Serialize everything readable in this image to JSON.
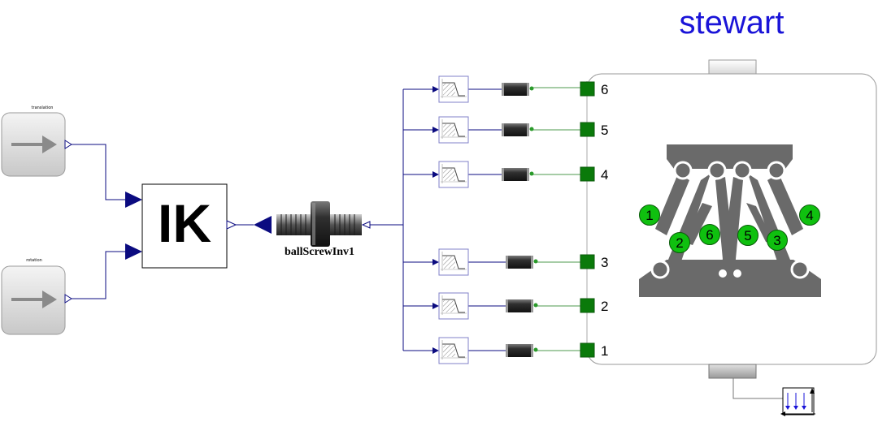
{
  "diagram": {
    "title": "stewart",
    "ik_label": "IK",
    "ballscrew_label": "ballScrewInv1",
    "sources": [
      {
        "name": "translation"
      },
      {
        "name": "rotation"
      }
    ],
    "legs": [
      "6",
      "5",
      "4",
      "3",
      "2",
      "1"
    ],
    "joint_labels": [
      "1",
      "2",
      "6",
      "5",
      "3",
      "4"
    ]
  },
  "colors": {
    "title": "#1a14d8",
    "connector": "#0b0b80",
    "mech_line": "#4c9a4c",
    "port_fill": "#0a7a0a",
    "joint_fill": "#0fc00f",
    "mechanism_gray": "#6a6a6a"
  },
  "icons": [
    "arrow-right-icon",
    "filter-icon",
    "actuator-icon",
    "ballscrew-icon",
    "stewart-platform-icon",
    "frame-icon"
  ]
}
